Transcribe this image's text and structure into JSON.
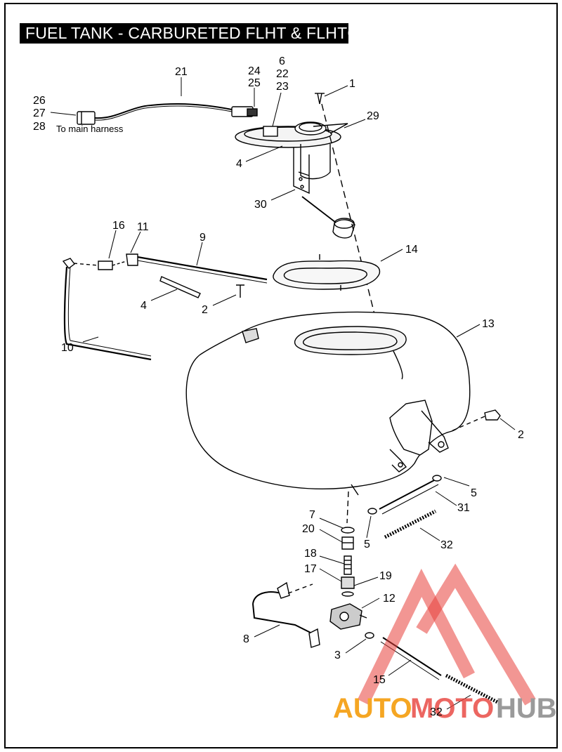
{
  "title": "FUEL TANK - CARBURETED FLHT & FLHTC",
  "harness_note": "To main harness",
  "callouts": {
    "c1": "1",
    "c2a": "2",
    "c2b": "2",
    "c3": "3",
    "c4a": "4",
    "c4b": "4",
    "c5a": "5",
    "c5b": "5",
    "c6": "6",
    "c7": "7",
    "c8": "8",
    "c9": "9",
    "c10": "10",
    "c11": "11",
    "c12": "12",
    "c13": "13",
    "c14": "14",
    "c15": "15",
    "c16": "16",
    "c17": "17",
    "c18": "18",
    "c19": "19",
    "c20": "20",
    "c21": "21",
    "c22": "22",
    "c23": "23",
    "c24": "24",
    "c25": "25",
    "c26": "26",
    "c27": "27",
    "c28": "28",
    "c29": "29",
    "c30": "30",
    "c31": "31",
    "c32a": "32",
    "c32b": "32"
  },
  "watermark": {
    "brand_part1": "AUTO",
    "brand_part2": "MOTO",
    "brand_part3": "HUB",
    "color_orange": "#f5a623",
    "color_red": "#e8403a",
    "color_gray": "#9a9a9a"
  }
}
